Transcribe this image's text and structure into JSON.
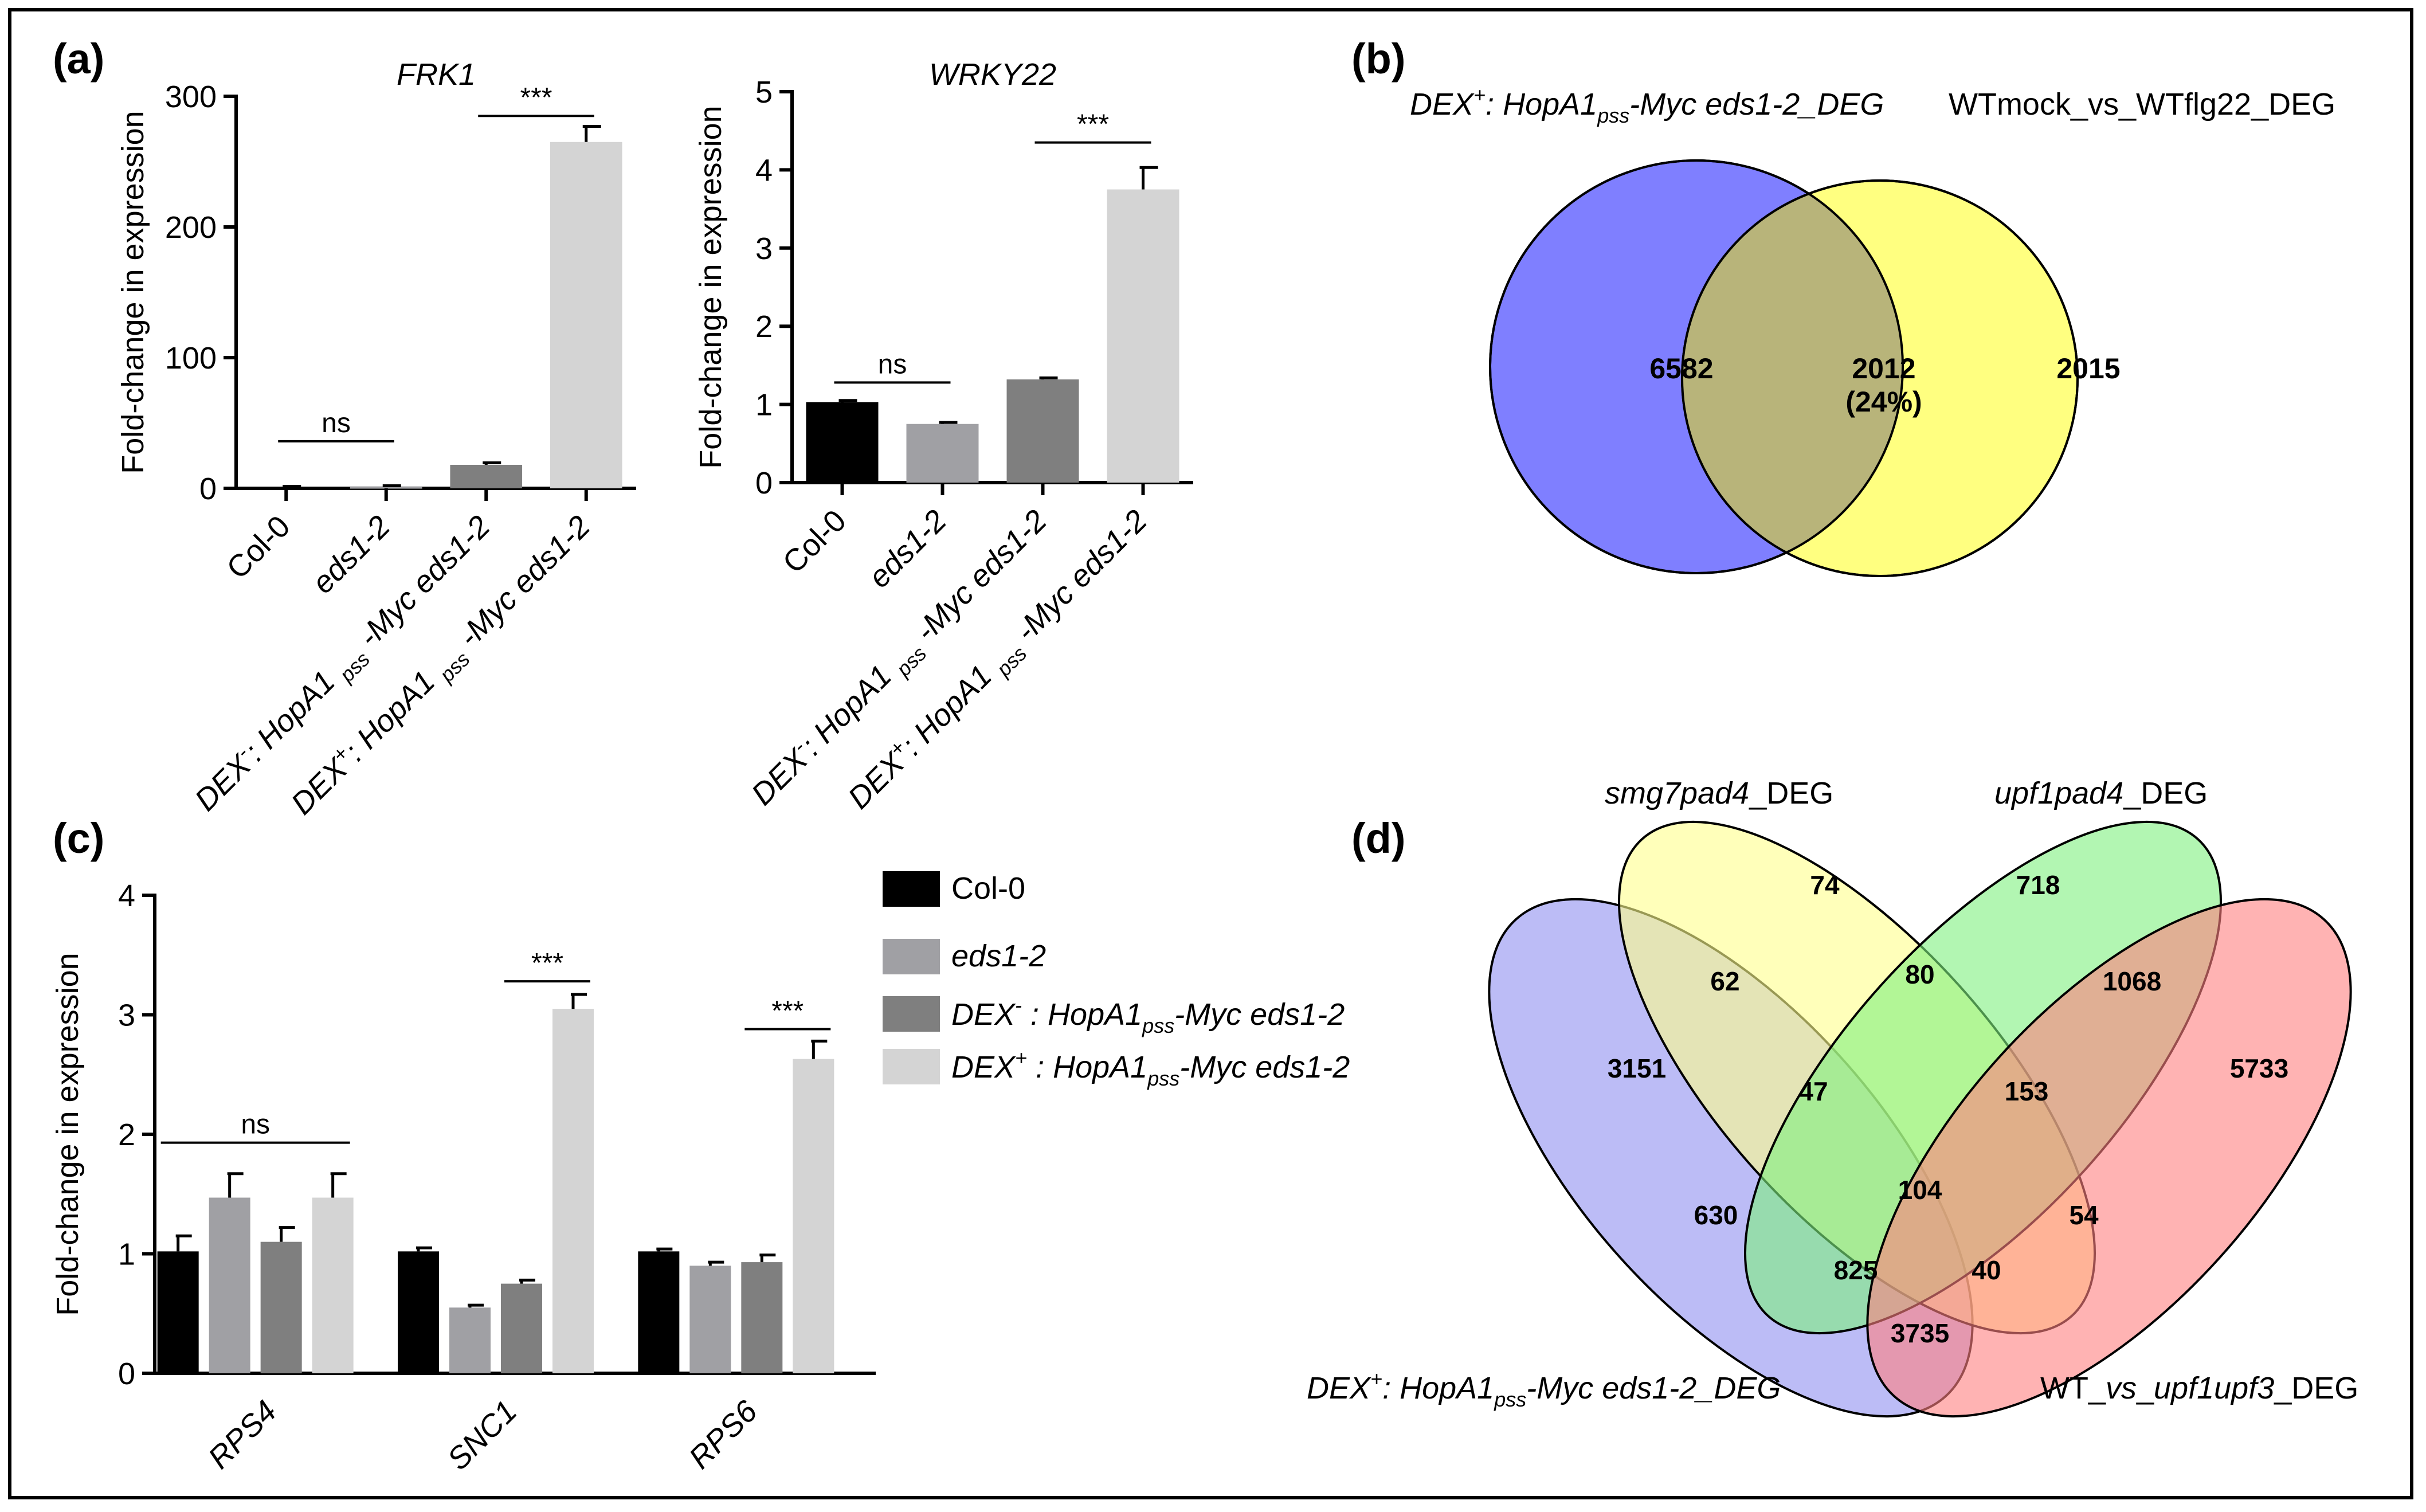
{
  "panel_labels": {
    "a": "(a)",
    "b": "(b)",
    "c": "(c)",
    "d": "(d)"
  },
  "colors": {
    "col0": "#000000",
    "eds12": "#a0a0a4",
    "dex_minus": "#7f7f7f",
    "dex_plus": "#d4d4d4",
    "venn_b_left": "#7f7fff",
    "venn_b_right": "#ffff80",
    "venn_d_1": "#8f90f0",
    "venn_d_2": "#ffff8c",
    "venn_d_3": "#7ff07f",
    "venn_d_4": "#ff8080"
  },
  "legend": {
    "entries": [
      {
        "label_main": "Col-0",
        "label_sup": "",
        "label_rest": "",
        "italic": false,
        "color_key": "col0"
      },
      {
        "label_main": "eds1-2",
        "label_sup": "",
        "label_rest": "",
        "italic": true,
        "color_key": "eds12"
      },
      {
        "label_main": "DEX",
        "label_sup": "-",
        "label_rest": " : HopA1pss-Myc eds1-2",
        "italic": true,
        "color_key": "dex_minus"
      },
      {
        "label_main": "DEX",
        "label_sup": "+",
        "label_rest": " : HopA1pss-Myc eds1-2",
        "italic": true,
        "color_key": "dex_plus"
      }
    ]
  },
  "chart_data": [
    {
      "id": "FRK1",
      "type": "bar",
      "title": "FRK1",
      "ylabel": "Fold-change in expression",
      "ylim": [
        0,
        300
      ],
      "yticks": [
        0,
        100,
        200,
        300
      ],
      "categories": [
        "Col-0",
        "eds1-2",
        "DEX⁻: HopA1 pss -Myc eds1-2",
        "DEX⁺: HopA1 pss -Myc eds1-2"
      ],
      "values": [
        1.0,
        1.5,
        18,
        265
      ],
      "errors": [
        0.5,
        0.5,
        1.5,
        12
      ],
      "color_keys": [
        "col0",
        "eds12",
        "dex_minus",
        "dex_plus"
      ],
      "significance": [
        {
          "from": 0,
          "to": 1,
          "label": "ns",
          "y": 36
        },
        {
          "from": 2,
          "to": 3,
          "label": "***",
          "y": 285
        }
      ]
    },
    {
      "id": "WRKY22",
      "type": "bar",
      "title": "WRKY22",
      "ylabel": "Fold-change in expression",
      "ylim": [
        0,
        5
      ],
      "yticks": [
        0,
        1,
        2,
        3,
        4,
        5
      ],
      "categories": [
        "Col-0",
        "eds1-2",
        "DEX⁻: HopA1 pss -Myc eds1-2",
        "DEX⁺: HopA1 pss -Myc eds1-2"
      ],
      "values": [
        1.03,
        0.75,
        1.32,
        3.75
      ],
      "errors": [
        0.02,
        0.02,
        0.02,
        0.28
      ],
      "color_keys": [
        "col0",
        "eds12",
        "dex_minus",
        "dex_plus"
      ],
      "significance": [
        {
          "from": 0,
          "to": 1,
          "label": "ns",
          "y": 1.28
        },
        {
          "from": 2,
          "to": 3,
          "label": "***",
          "y": 4.35
        }
      ]
    },
    {
      "id": "grouped",
      "type": "bar",
      "title": "",
      "ylabel": "Fold-change in expression",
      "ylim": [
        0,
        4
      ],
      "yticks": [
        0,
        1,
        2,
        3,
        4
      ],
      "categories": [
        "RPS4",
        "SNC1",
        "RPS6"
      ],
      "series": [
        {
          "name": "Col-0",
          "color_key": "col0",
          "values": [
            1.02,
            1.02,
            1.02
          ],
          "errors": [
            0.13,
            0.03,
            0.02
          ]
        },
        {
          "name": "eds1-2",
          "color_key": "eds12",
          "values": [
            1.47,
            0.55,
            0.9
          ],
          "errors": [
            0.2,
            0.02,
            0.03
          ]
        },
        {
          "name": "DEX- : HopA1pss-Myc eds1-2",
          "color_key": "dex_minus",
          "values": [
            1.1,
            0.75,
            0.93
          ],
          "errors": [
            0.12,
            0.03,
            0.06
          ]
        },
        {
          "name": "DEX+ : HopA1pss-Myc eds1-2",
          "color_key": "dex_plus",
          "values": [
            1.47,
            3.05,
            2.63
          ],
          "errors": [
            0.2,
            0.12,
            0.15
          ]
        }
      ],
      "significance": [
        {
          "category": 0,
          "from_series": 0,
          "to_series": 3,
          "label": "ns",
          "y": 1.93
        },
        {
          "category": 1,
          "from_series": 2,
          "to_series": 3,
          "label": "***",
          "y": 3.28
        },
        {
          "category": 2,
          "from_series": 2,
          "to_series": 3,
          "label": "***",
          "y": 2.88
        }
      ]
    },
    {
      "id": "venn2",
      "type": "venn",
      "sets": [
        {
          "label_pre": "DEX",
          "label_sup": "+",
          "label_mid": ": HopA1",
          "label_sub": "pss",
          "label_post": "-Myc eds1-2_DEG"
        },
        {
          "label_pre": "WTmock_vs_WTflg22_DEG",
          "label_sup": "",
          "label_mid": "",
          "label_sub": "",
          "label_post": ""
        }
      ],
      "regions": {
        "left_only": "6582",
        "overlap": "2012",
        "overlap_pct": "(24%)",
        "right_only": "2015"
      }
    },
    {
      "id": "venn4",
      "type": "venn",
      "set_labels": {
        "smg7": {
          "italic": "smg7pad4",
          "rest": "_DEG"
        },
        "upf1": {
          "italic": "upf1pad4",
          "rest": "_DEG"
        },
        "dex": {
          "pre": "DEX",
          "sup": "+",
          "mid": ": HopA1",
          "sub": "pss",
          "post": "-Myc eds1-2_DEG"
        },
        "wt": {
          "pre": "WT_",
          "ital": "vs",
          "mid": "_",
          "ital2": "upf1upf3",
          "post": "_DEG"
        }
      },
      "regions": [
        "74",
        "718",
        "62",
        "80",
        "1068",
        "3151",
        "47",
        "153",
        "5733",
        "104",
        "630",
        "54",
        "825",
        "40",
        "3735"
      ]
    }
  ]
}
